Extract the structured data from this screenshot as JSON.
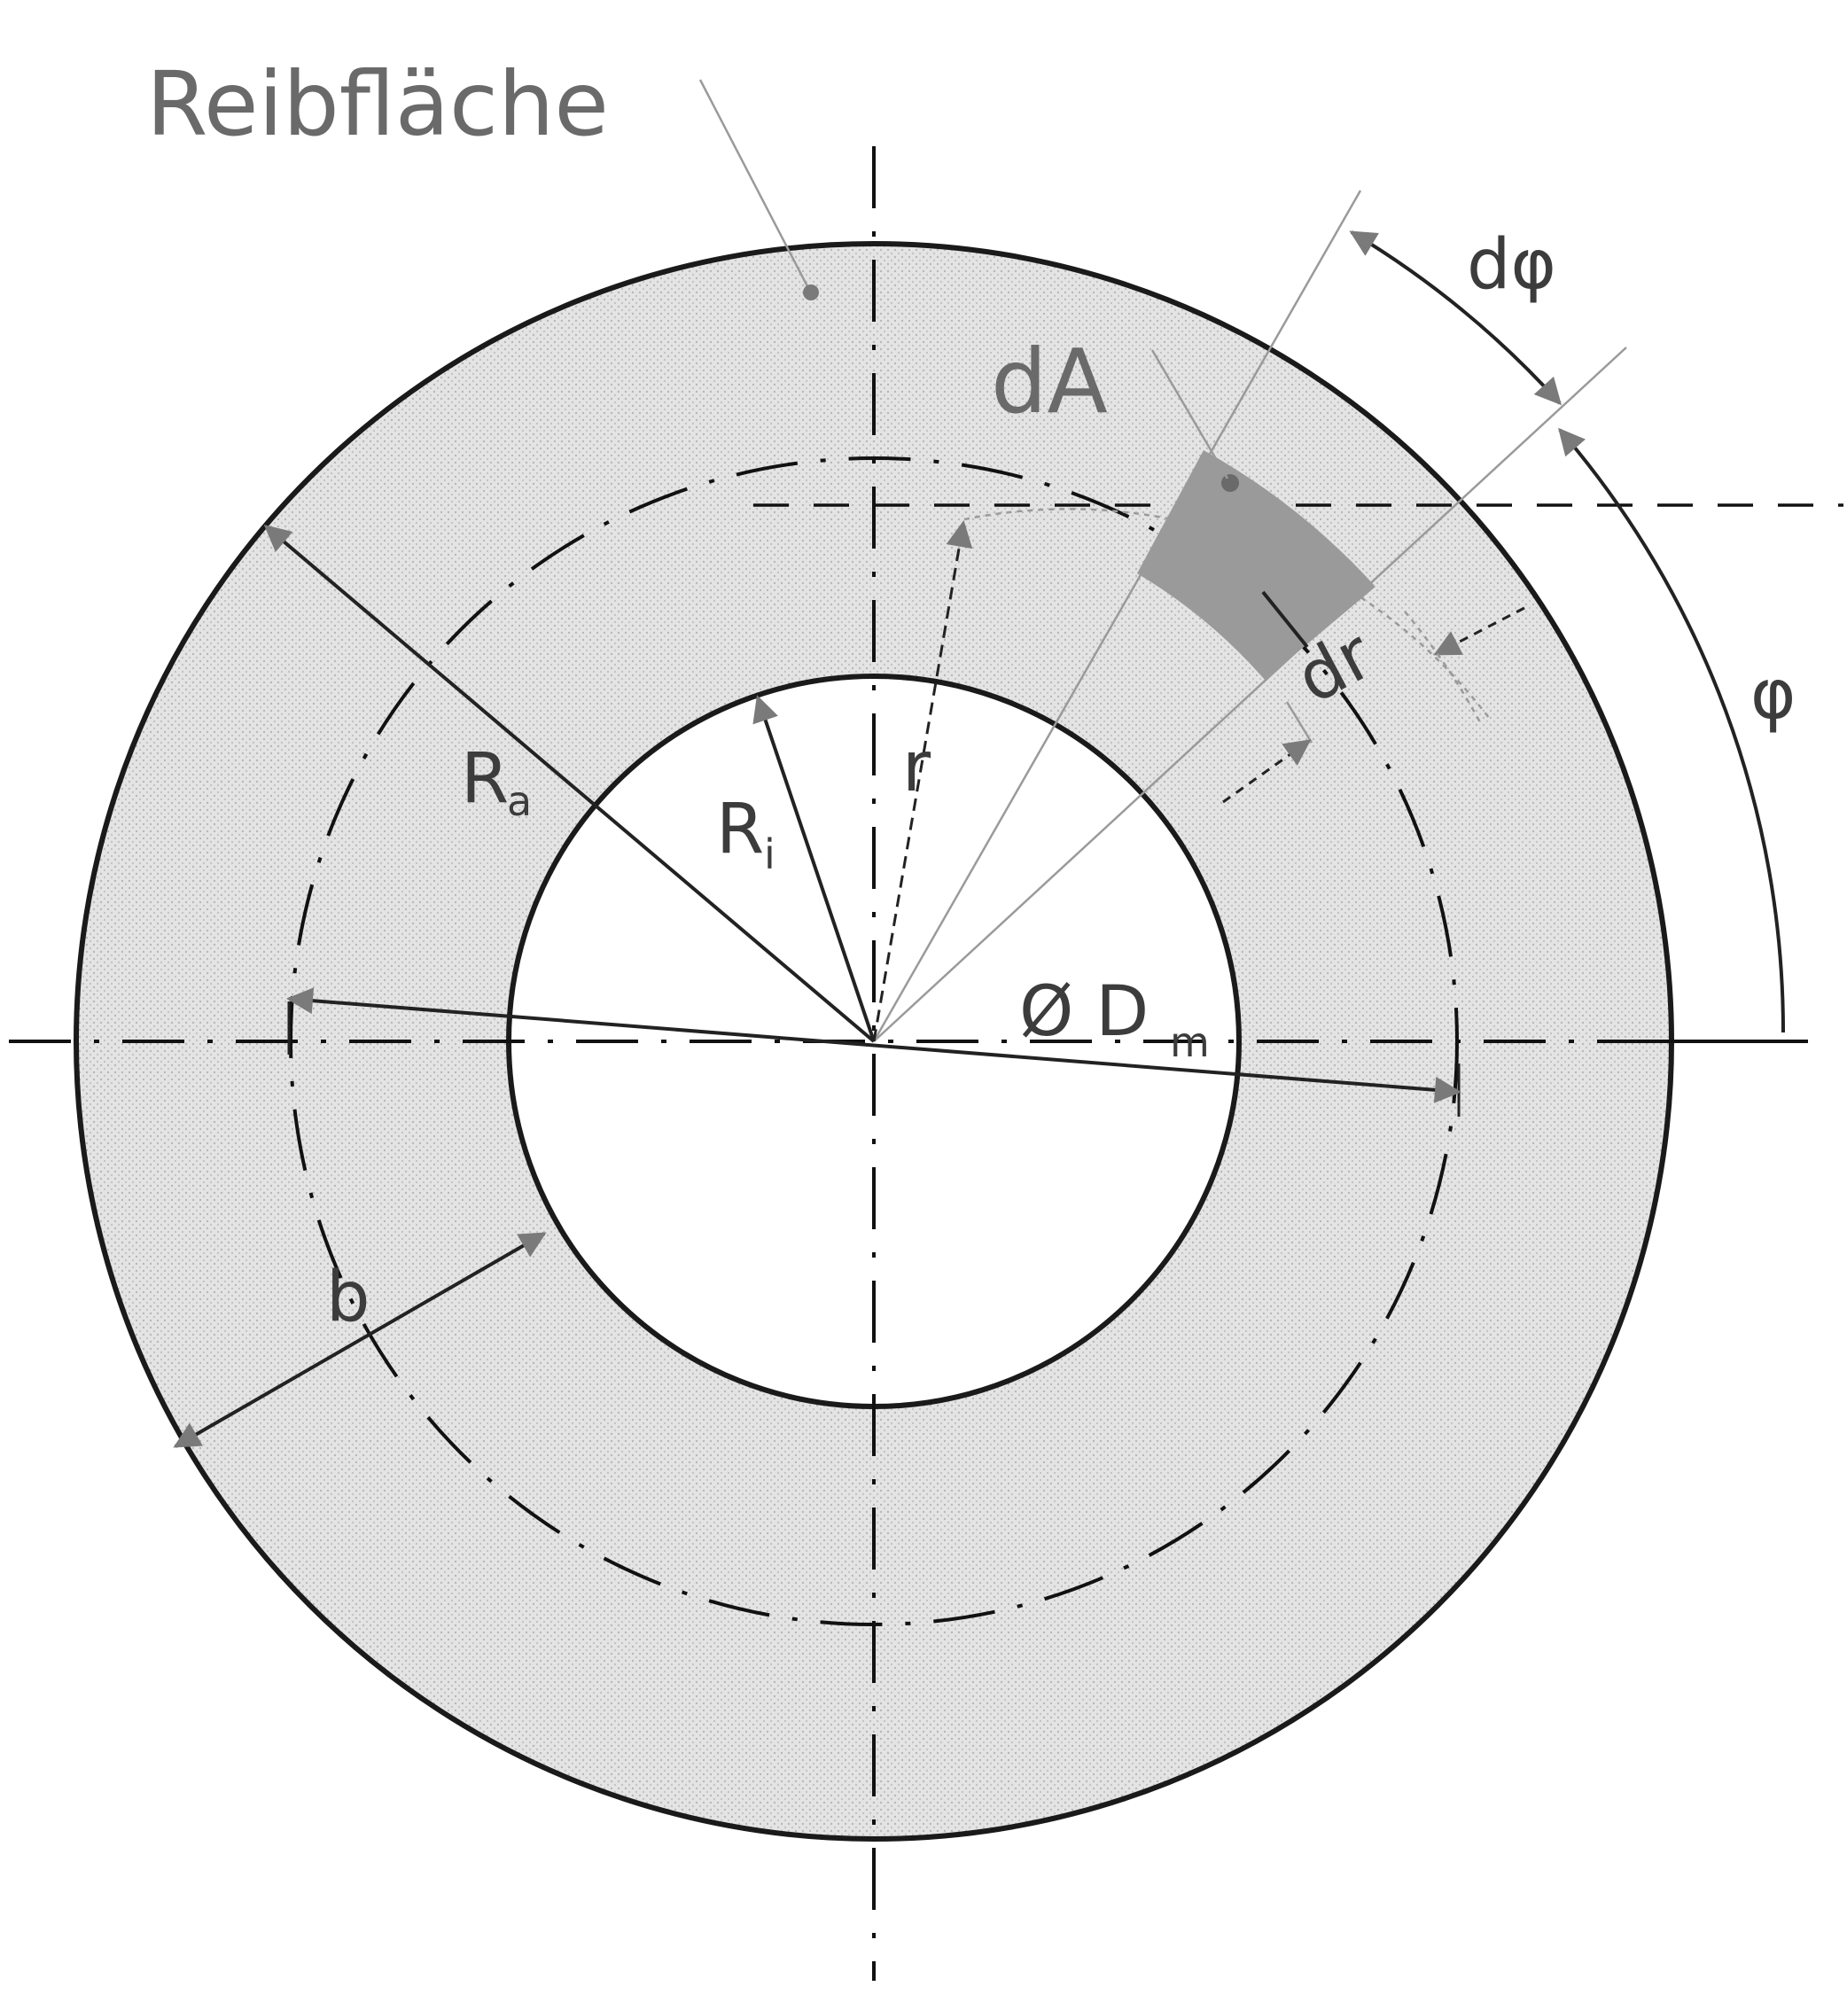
{
  "labels": {
    "reibflaeche": "Reibfläche",
    "dA": "dA",
    "dphi": "dφ",
    "phi": "φ",
    "dr": "dr",
    "r": "r",
    "Ra_main": "R",
    "Ra_sub": "a",
    "Ri_main": "R",
    "Ri_sub": "i",
    "Dm_main": "Ø D",
    "Dm_sub": "m",
    "b": "b"
  },
  "colors": {
    "ring_fill": "#d6d6d6",
    "element_fill": "#9a9a9a",
    "outline": "#1a1a1a",
    "arrowhead": "#7a7a7a"
  }
}
